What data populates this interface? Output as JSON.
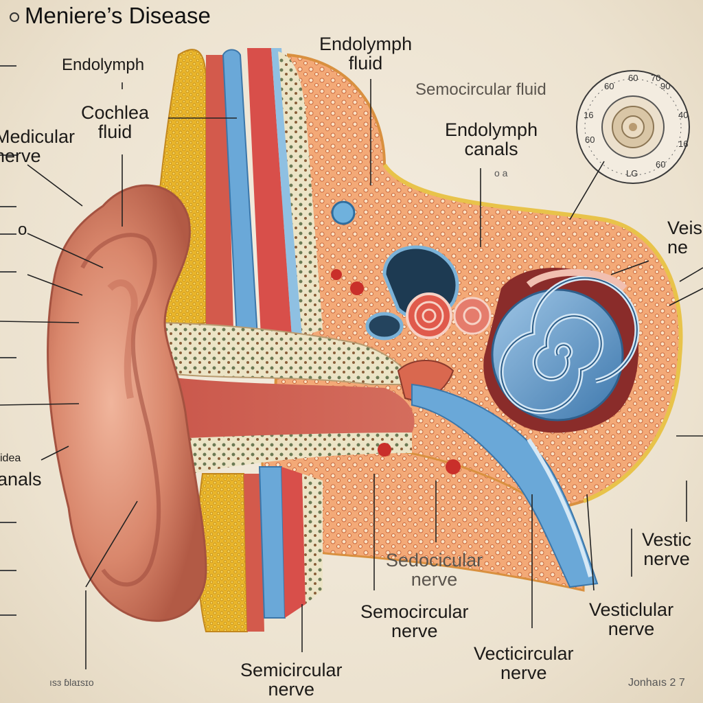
{
  "title": "Meniere’s Disease",
  "labels": {
    "endolymph_top": "Endolymph",
    "cochlea_fluid": "Cochlea\nfluid",
    "medicular_nerve": "Medicular\nnerve",
    "endolymph_fluid": "Endolymph\nfluid",
    "semicircular_fluid": "Semocircular fluid",
    "endolymph_canals": "Endolymph\ncanals",
    "veis_nerve": "Veis\nne",
    "canals_left": "anals",
    "left_small": "o",
    "left_small2": "idea",
    "sedocicular_nerve": "Sedocicular\nnerve",
    "semocircular_nerve": "Semocircular\nnerve",
    "vesticlular_nerve": "Vesticlular\nnerve",
    "vesticular_nerve_right": "Vestic\nnerve",
    "vecticircular_nerve": "Vecticircular\nnerve",
    "semicircular_nerve": "Semicircular\nnerve",
    "bottom_left": "ısɜ ɓlaɪsɪo",
    "bottom_right": "Jonhaıs 2 7",
    "small_dots": "o a"
  },
  "dial": {
    "numbers": [
      "60",
      "60",
      "70",
      "90",
      "40",
      "16",
      "60",
      "60",
      "LG",
      "16"
    ]
  },
  "colors": {
    "skin": "#d98a6e",
    "skin_dark": "#b5604a",
    "bone": "#f0a36c",
    "yellow": "#e8b62a",
    "blue_nerve": "#5aa0d6",
    "red_vessel": "#d84f4a",
    "canal": "#c8473f"
  }
}
